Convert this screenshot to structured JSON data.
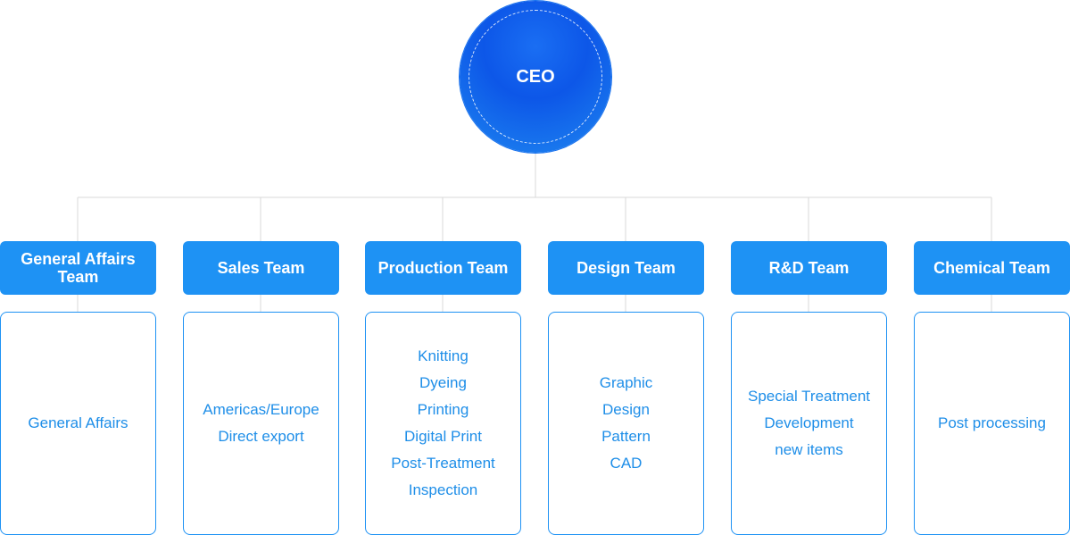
{
  "ceo": {
    "label": "CEO"
  },
  "teams": [
    {
      "name": "General Affairs Team",
      "duties": [
        "General Affairs"
      ]
    },
    {
      "name": "Sales Team",
      "duties": [
        "Americas/Europe",
        "Direct export"
      ]
    },
    {
      "name": "Production Team",
      "duties": [
        "Knitting",
        "Dyeing",
        "Printing",
        "Digital Print",
        "Post-Treatment",
        "Inspection"
      ]
    },
    {
      "name": "Design Team",
      "duties": [
        "Graphic",
        "Design",
        "Pattern",
        "CAD"
      ]
    },
    {
      "name": "R&D Team",
      "duties": [
        "Special Treatment",
        "Development",
        "new items"
      ]
    },
    {
      "name": "Chemical Team",
      "duties": [
        "Post processing"
      ]
    }
  ],
  "colors": {
    "primary": "#1e92f4",
    "ceo": "#0d57e8",
    "text": "#1e8ee8",
    "connector": "#d8d8d8"
  }
}
